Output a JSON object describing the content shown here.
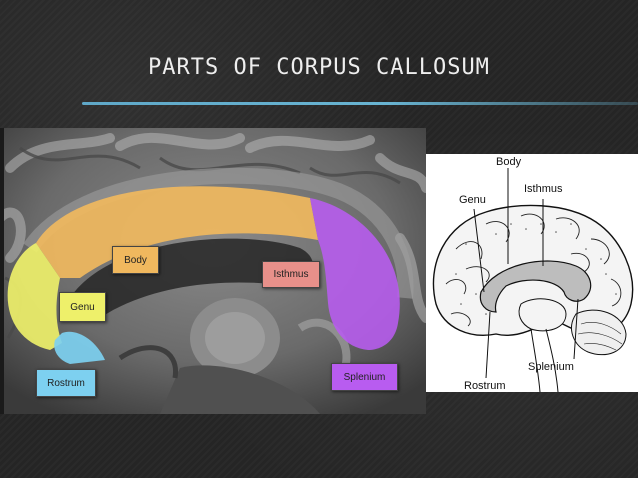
{
  "slide": {
    "title": "PARTS OF CORPUS CALLOSUM"
  },
  "mri_labels": {
    "body": "Body",
    "genu": "Genu",
    "isthmus": "Isthmus",
    "rostrum": "Rostrum",
    "splenium": "Splenium"
  },
  "diagram_labels": {
    "body": "Body",
    "isthmus": "Isthmus",
    "genu": "Genu",
    "splenium": "Splenium",
    "rostrum": "Rostrum"
  },
  "colors": {
    "body": "#f0b85e",
    "genu": "#eef06a",
    "isthmus": "#e8908a",
    "rostrum": "#7dd0f0",
    "splenium": "#b85cf0",
    "title_rule": "#68b4d2"
  }
}
